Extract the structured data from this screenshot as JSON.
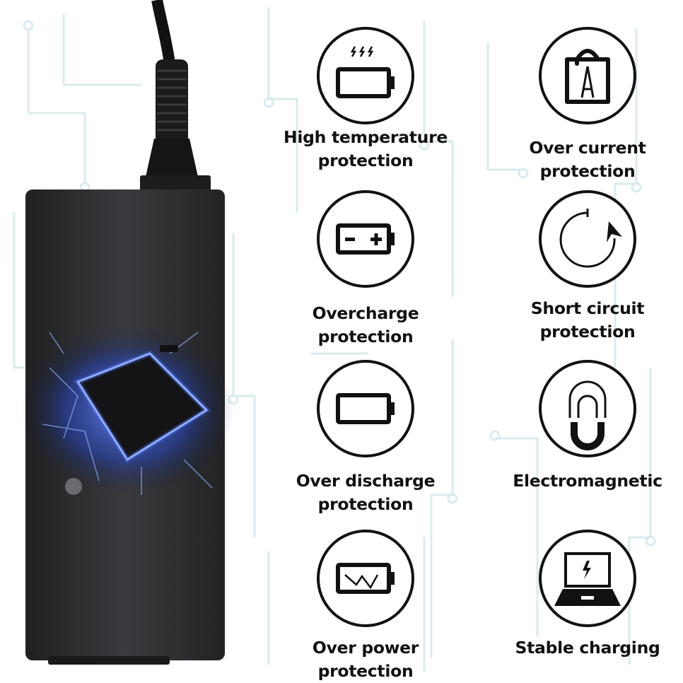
{
  "colors": {
    "background": "#ffffff",
    "circuit_trace": "#d6e9ec",
    "adapter_body": "#2b2c2e",
    "chip_glow": "#3f6bff",
    "icon_stroke": "#111111"
  },
  "product_image": {
    "depicts": "power-adapter-brick-with-cable",
    "chip_icon": "glowing-processor-chip"
  },
  "features": [
    {
      "id": "high-temperature",
      "icon": "battery-heat-icon",
      "line1": "High temperature",
      "line2": "protection"
    },
    {
      "id": "over-current",
      "icon": "current-gate-icon",
      "line1": "Over current",
      "line2": "protection"
    },
    {
      "id": "overcharge",
      "icon": "battery-plus-minus-icon",
      "line1": "Overcharge",
      "line2": "protection"
    },
    {
      "id": "short-circuit",
      "icon": "circular-arrow-icon",
      "line1": "Short circuit",
      "line2": "protection"
    },
    {
      "id": "over-discharge",
      "icon": "battery-empty-icon",
      "line1": "Over discharge",
      "line2": "protection"
    },
    {
      "id": "electromagnetic",
      "icon": "magnet-icon",
      "line1": "Electromagnetic",
      "line2": ""
    },
    {
      "id": "over-power",
      "icon": "battery-zigzag-icon",
      "line1": "Over power",
      "line2": "protection"
    },
    {
      "id": "stable-charging",
      "icon": "laptop-charging-icon",
      "line1": "Stable charging",
      "line2": ""
    }
  ]
}
